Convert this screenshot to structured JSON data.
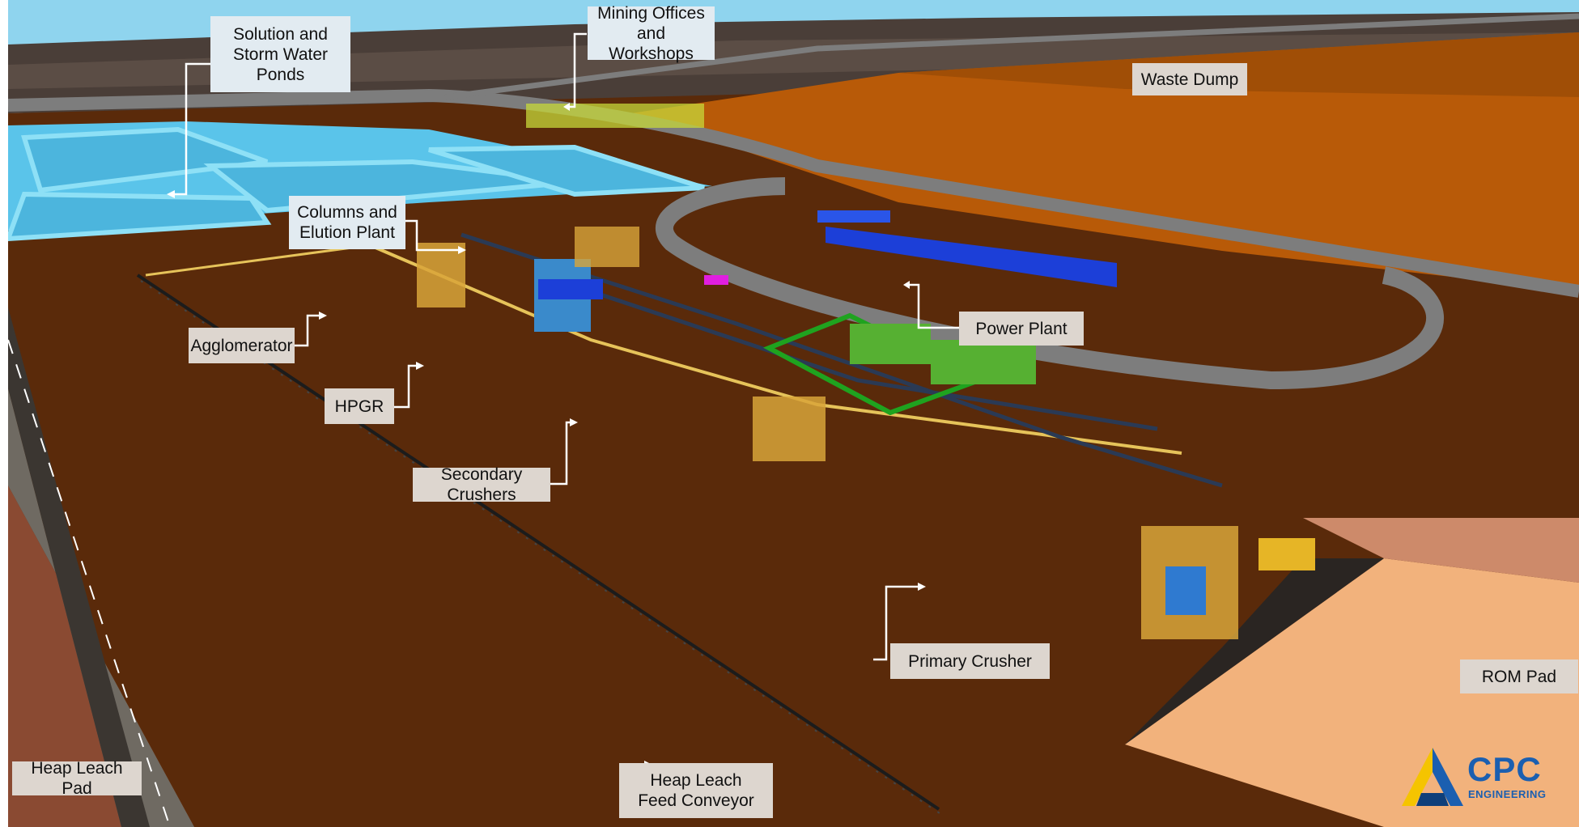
{
  "figure": {
    "labels": {
      "solution_ponds": "Solution and\nStorm Water\nPonds",
      "mining_offices": "Mining Offices\nand Workshops",
      "waste_dump": "Waste Dump",
      "columns_elution": "Columns and\nElution Plant",
      "power_plant": "Power Plant",
      "agglomerator": "Agglomerator",
      "hpgr": "HPGR",
      "secondary_crushers": "Secondary Crushers",
      "primary_crusher": "Primary Crusher",
      "rom_pad": "ROM Pad",
      "heap_leach_pad": "Heap Leach Pad",
      "heap_leach_feed_conveyor": "Heap Leach\nFeed Conveyor"
    },
    "logo": {
      "main": "CPC",
      "sub": "ENGINEERING"
    },
    "colors": {
      "sky": "#8fd4ee",
      "ground": "#5a2a0a",
      "waste_dump": "#b85a08",
      "ponds": "#5ac4ea",
      "road": "#7d7d7d",
      "heap_pad": "#8a4a32",
      "rom_pad": "#f2b27c",
      "callout_bg": "#ddd6cf",
      "logo_blue": "#1b5fb0",
      "logo_yellow": "#f5c400"
    }
  }
}
